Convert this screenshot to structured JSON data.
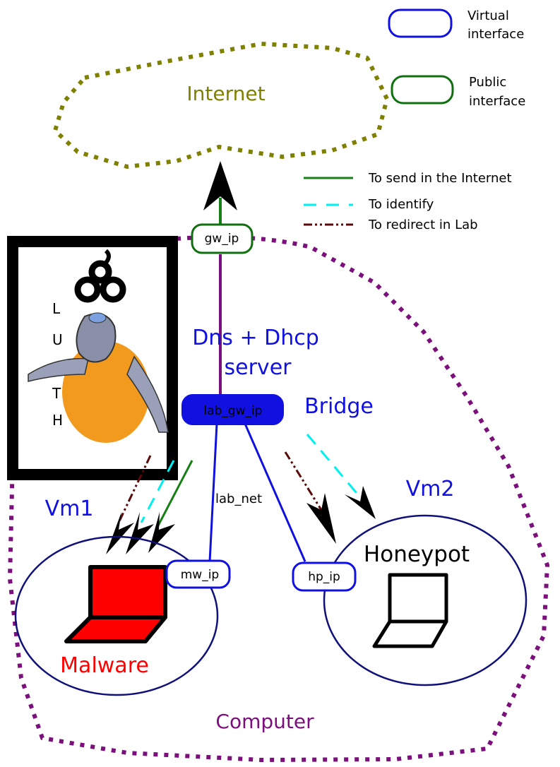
{
  "legend": {
    "virtual_interface": [
      "Virtual",
      "interface"
    ],
    "public_interface": [
      "Public",
      "interface"
    ],
    "lines": {
      "send": "To send in the Internet",
      "identify": "To identify",
      "redirect": "To redirect in Lab"
    }
  },
  "nodes": {
    "internet": "Internet",
    "gw_ip": "gw_ip",
    "dns_dhcp": [
      "Dns + Dhcp",
      "server"
    ],
    "lab_gw_ip": "lab_gw_ip",
    "bridge": "Bridge",
    "lab_net": "lab_net",
    "vm1": "Vm1",
    "vm2": "Vm2",
    "mw_ip": "mw_ip",
    "hp_ip": "hp_ip",
    "honeypot": "Honeypot",
    "malware": "Malware",
    "computer": "Computer"
  },
  "logo": {
    "letters": [
      "L",
      "U",
      "T",
      "H"
    ]
  },
  "colors": {
    "internet_cloud": "#808000",
    "computer_boundary": "#7b0f7b",
    "virtual_interface": "#1010e0",
    "public_interface": "#107010",
    "send_line": "#168016",
    "identify_line": "#00f0f0",
    "redirect_line": "#5a0a0a",
    "malware": "#ff0000"
  }
}
